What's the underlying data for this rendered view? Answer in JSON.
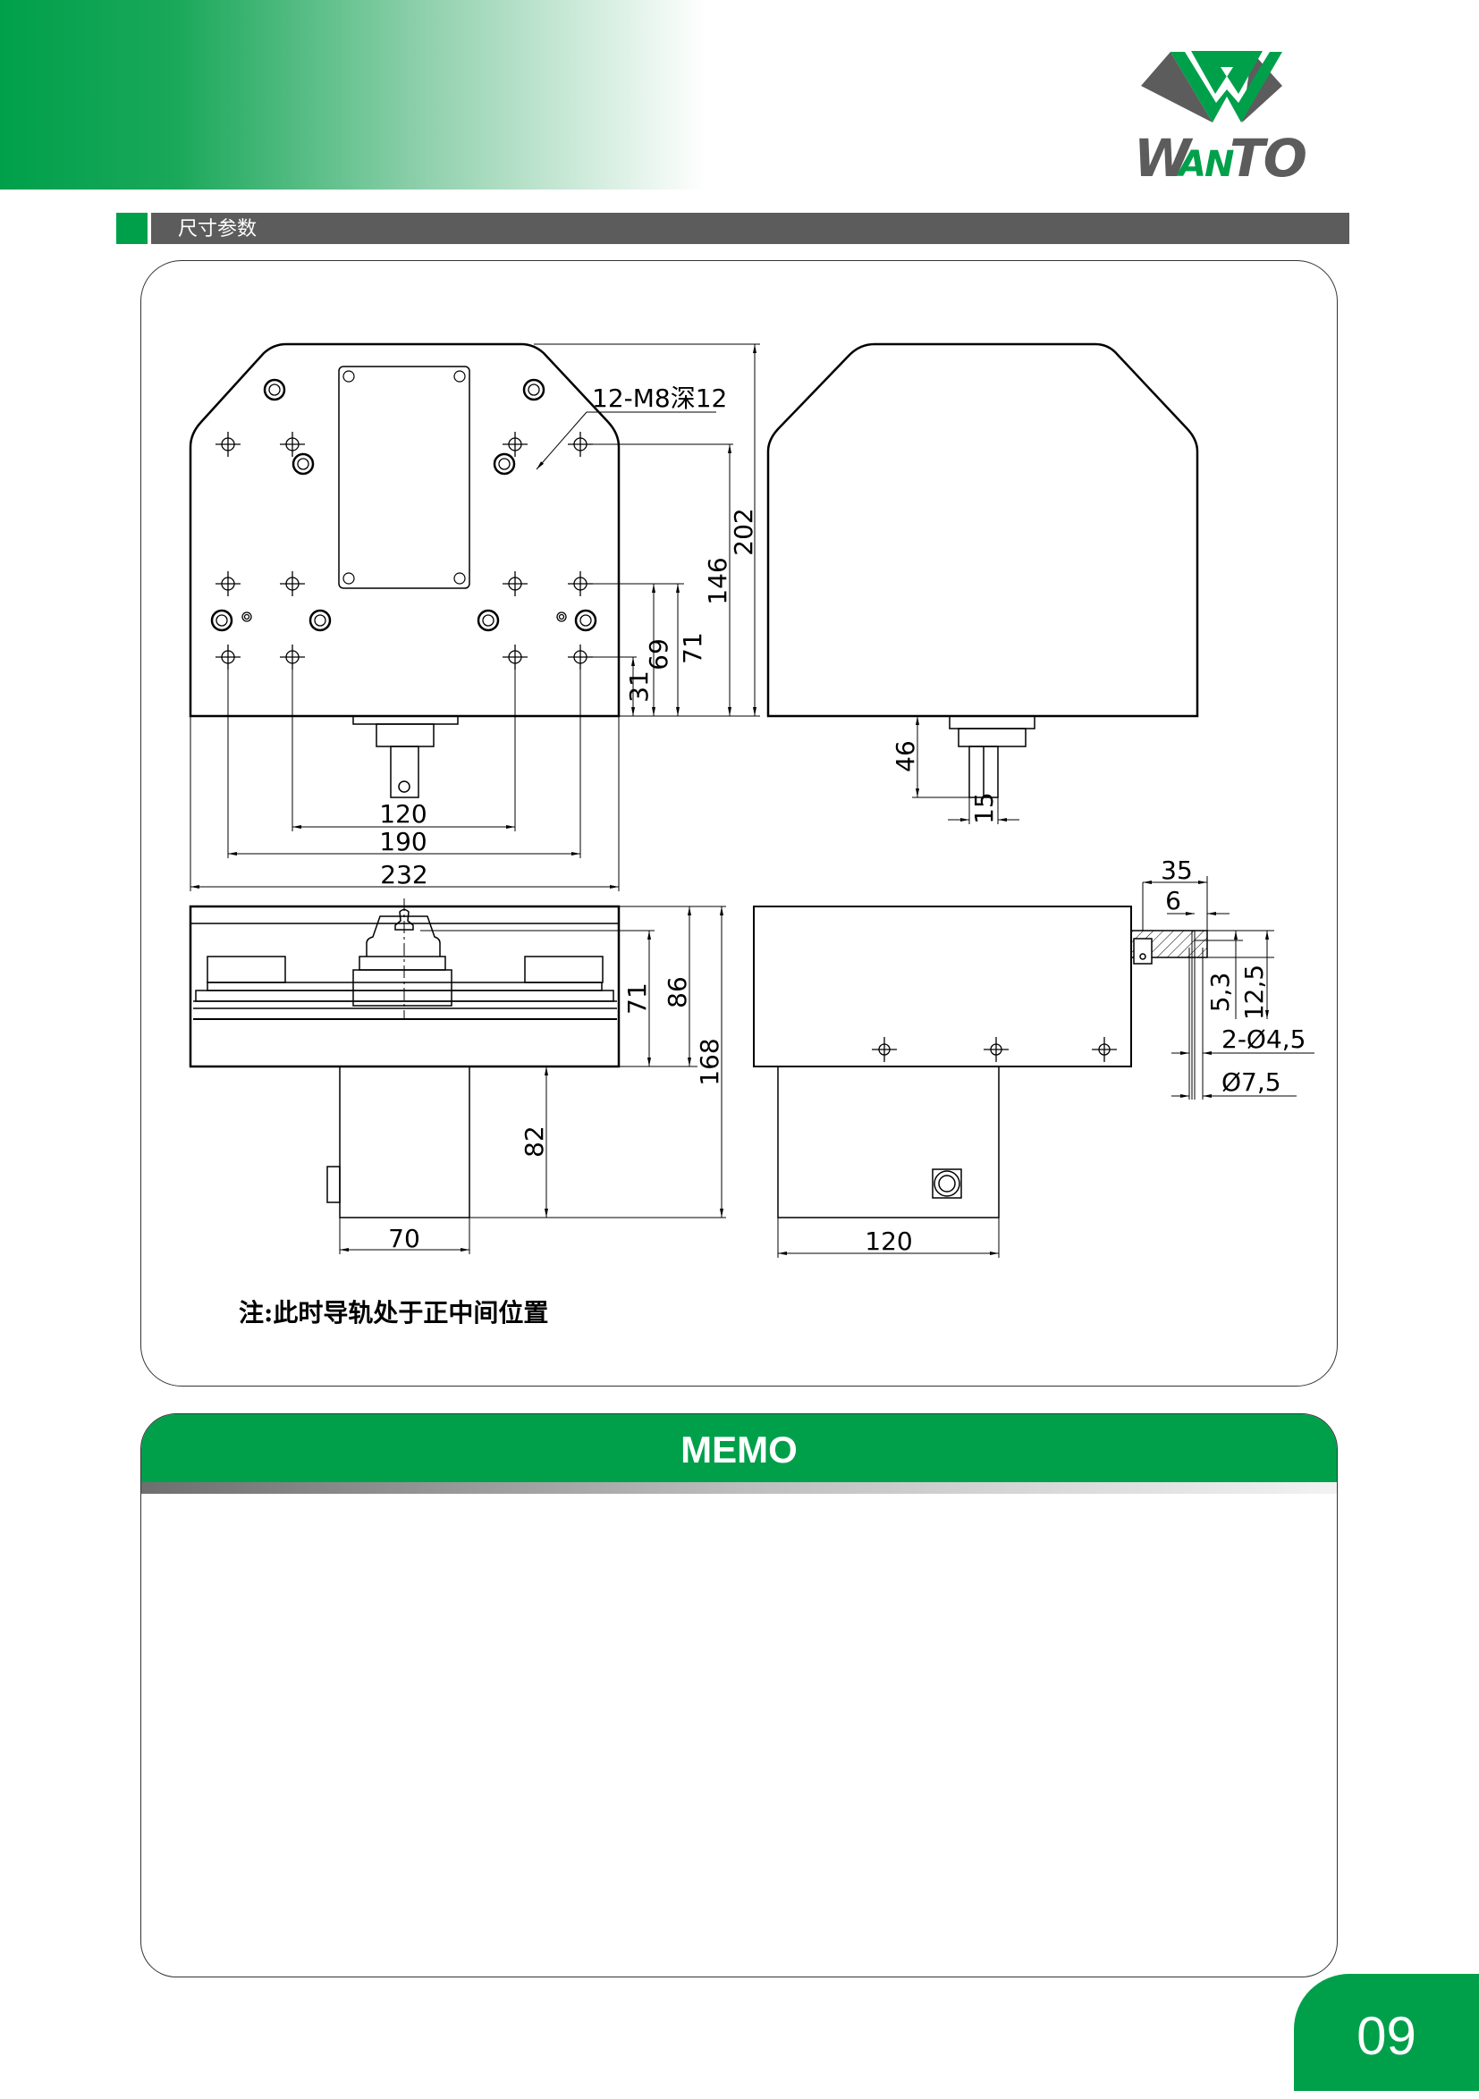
{
  "brand": {
    "logo_text": "WANTO",
    "green": "#00a04b",
    "gray": "#5d5c5d"
  },
  "section": {
    "title": "尺寸参数"
  },
  "drawing": {
    "front_view": {
      "callout": "12-M8深12",
      "dim_120": "120",
      "dim_190": "190",
      "dim_232": "232",
      "dim_31": "31",
      "dim_69": "69",
      "dim_71": "71",
      "dim_146": "146",
      "dim_202": "202"
    },
    "side_view": {
      "dim_46": "46",
      "dim_15": "15"
    },
    "bottom_front_view": {
      "dim_71": "71",
      "dim_86": "86",
      "dim_168": "168",
      "dim_82": "82",
      "dim_70": "70"
    },
    "bottom_side_view": {
      "dim_120": "120",
      "dim_35": "35",
      "dim_6": "6",
      "dim_5_3": "5,3",
      "dim_12_5": "12,5",
      "dim_holes": "2-Ø4,5",
      "dim_counterbore": "Ø7,5"
    }
  },
  "note": "注:此时导轨处于正中间位置",
  "memo": {
    "title": "MEMO"
  },
  "page_number": "09"
}
